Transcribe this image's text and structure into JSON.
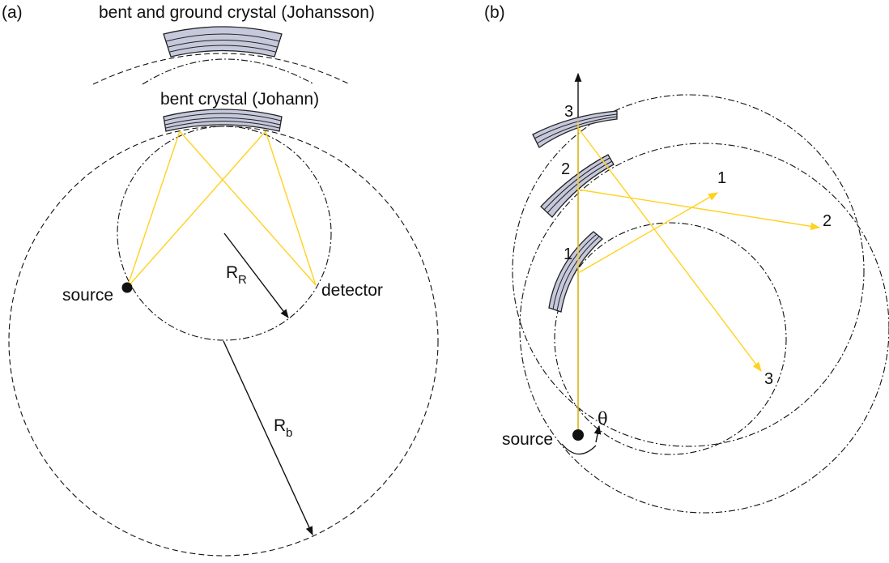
{
  "panel_a": {
    "label": "(a)",
    "johansson_label": "bent and ground crystal (Johansson)",
    "johann_label": "bent crystal (Johann)",
    "source_label": "source",
    "detector_label": "detector",
    "rowland_radius": {
      "main": "R",
      "sub": "R"
    },
    "bending_radius": {
      "main": "R",
      "sub": "b"
    }
  },
  "panel_b": {
    "label": "(b)",
    "source_label": "source",
    "angle_symbol": "θ",
    "crystal_labels": [
      "1",
      "2",
      "3"
    ],
    "focus_labels": [
      "1",
      "2",
      "3"
    ]
  },
  "colors": {
    "crystal_fill": "#c6c9dc",
    "crystal_stroke": "#222222",
    "ray": "#ffd21f",
    "lines": "#111111"
  }
}
